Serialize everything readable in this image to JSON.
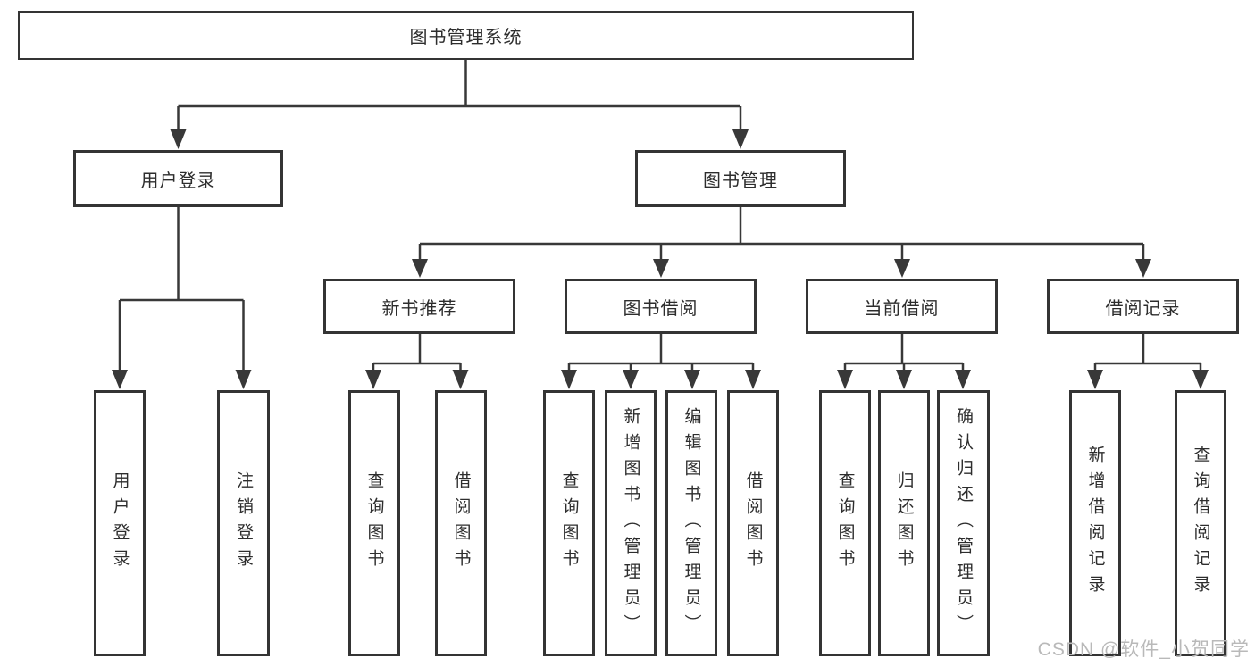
{
  "diagram": {
    "type": "tree",
    "watermark": "CSDN @软件_小贺同学",
    "colors": {
      "background": "#ffffff",
      "box_border": "#343434",
      "box_fill": "#ffffff",
      "text": "#2d2d2d",
      "connector": "#383838",
      "watermark": "#b9b9b9"
    },
    "nodes": {
      "root": {
        "label": "图书管理系统"
      },
      "user_login": {
        "label": "用户登录"
      },
      "book_mgmt": {
        "label": "图书管理"
      },
      "new_books": {
        "label": "新书推荐"
      },
      "book_borrow": {
        "label": "图书借阅"
      },
      "current_borrow": {
        "label": "当前借阅"
      },
      "borrow_records": {
        "label": "借阅记录"
      },
      "leaf_user_login": {
        "label": "用户登录"
      },
      "leaf_logout": {
        "label": "注销登录"
      },
      "leaf_nb_query": {
        "label": "查询图书"
      },
      "leaf_nb_borrow": {
        "label": "借阅图书"
      },
      "leaf_bb_query": {
        "label": "查询图书"
      },
      "leaf_bb_add": {
        "label": "新增图书（管理员）"
      },
      "leaf_bb_edit": {
        "label": "编辑图书（管理员）"
      },
      "leaf_bb_borrow": {
        "label": "借阅图书"
      },
      "leaf_cb_query": {
        "label": "查询图书"
      },
      "leaf_cb_return": {
        "label": "归还图书"
      },
      "leaf_cb_confirm": {
        "label": "确认归还（管理员）"
      },
      "leaf_br_add": {
        "label": "新增借阅记录"
      },
      "leaf_br_query": {
        "label": "查询借阅记录"
      }
    },
    "hierarchy": {
      "图书管理系统": {
        "用户登录": [
          "用户登录",
          "注销登录"
        ],
        "图书管理": {
          "新书推荐": [
            "查询图书",
            "借阅图书"
          ],
          "图书借阅": [
            "查询图书",
            "新增图书（管理员）",
            "编辑图书（管理员）",
            "借阅图书"
          ],
          "当前借阅": [
            "查询图书",
            "归还图书",
            "确认归还（管理员）"
          ],
          "借阅记录": [
            "新增借阅记录",
            "查询借阅记录"
          ]
        }
      }
    }
  }
}
